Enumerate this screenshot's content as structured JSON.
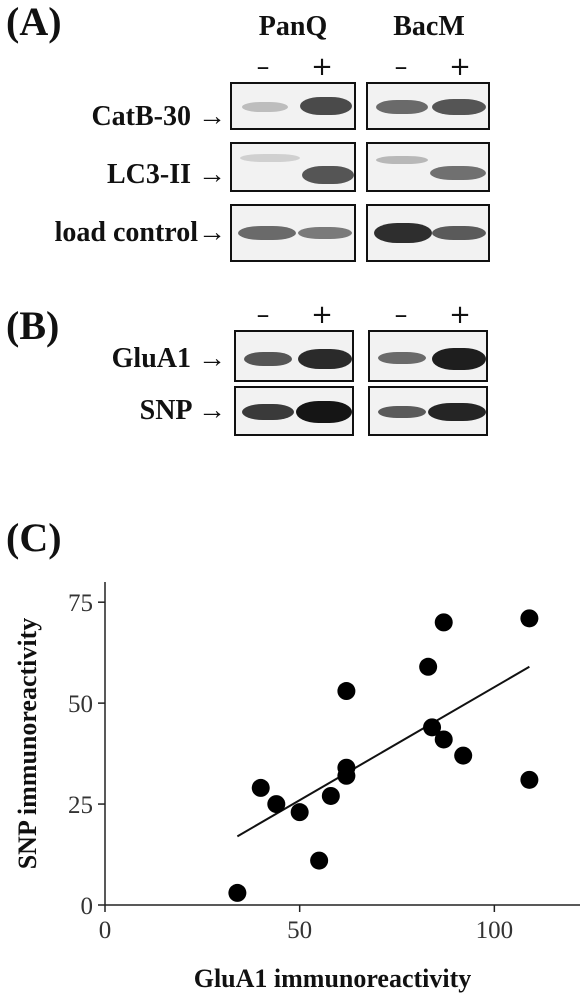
{
  "panel_a": {
    "label": "(A)",
    "groups": [
      "PanQ",
      "BacM"
    ],
    "signs": [
      "–",
      "+"
    ],
    "rows": [
      "CatB-30 →",
      "LC3-II →",
      "load control→"
    ]
  },
  "panel_b": {
    "label": "(B)",
    "signs": [
      "–",
      "+"
    ],
    "rows": [
      "GluA1 →",
      "SNP →"
    ]
  },
  "panel_c": {
    "label": "(C)"
  },
  "chart_data": {
    "type": "scatter",
    "xlabel": "GluA1 immunoreactivity",
    "ylabel": "SNP immunoreactivity",
    "xlim": [
      0,
      122
    ],
    "ylim": [
      0,
      80
    ],
    "xticks": [
      0,
      50,
      100
    ],
    "yticks": [
      0,
      25,
      50,
      75
    ],
    "grid": false,
    "points": [
      {
        "x": 34,
        "y": 3
      },
      {
        "x": 40,
        "y": 29
      },
      {
        "x": 44,
        "y": 25
      },
      {
        "x": 50,
        "y": 23
      },
      {
        "x": 55,
        "y": 11
      },
      {
        "x": 58,
        "y": 27
      },
      {
        "x": 62,
        "y": 34
      },
      {
        "x": 62,
        "y": 32
      },
      {
        "x": 62,
        "y": 53
      },
      {
        "x": 83,
        "y": 59
      },
      {
        "x": 84,
        "y": 44
      },
      {
        "x": 87,
        "y": 41
      },
      {
        "x": 87,
        "y": 70
      },
      {
        "x": 92,
        "y": 37
      },
      {
        "x": 109,
        "y": 71
      },
      {
        "x": 109,
        "y": 31
      }
    ],
    "trendline": {
      "x": [
        34,
        109
      ],
      "y": [
        17,
        59
      ]
    }
  }
}
